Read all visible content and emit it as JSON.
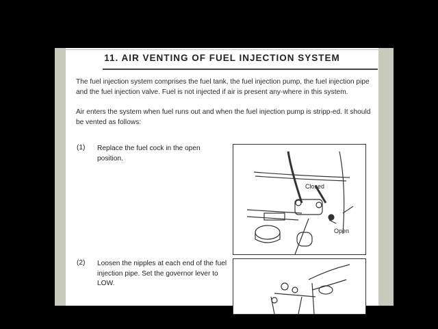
{
  "section": {
    "title": "11.  AIR VENTING OF FUEL INJECTION SYSTEM",
    "intro_1": "The fuel injection system comprises the fuel tank, the fuel injection pump, the fuel injection pipe and the fuel injection valve.  Fuel is not injected if air is present any-where in this system.",
    "intro_2": "Air enters the system when fuel runs out and when the fuel injection pump is stripp-ed.  It should be vented as follows:"
  },
  "steps": [
    {
      "number": "(1)",
      "text": "Replace the fuel cock in the open position."
    },
    {
      "number": "(2)",
      "text": "Loosen the nipples at each end of the fuel injection pipe. Set the governor lever to LOW."
    }
  ],
  "figure_1": {
    "label_closed": "Closed",
    "label_open": "Open"
  }
}
